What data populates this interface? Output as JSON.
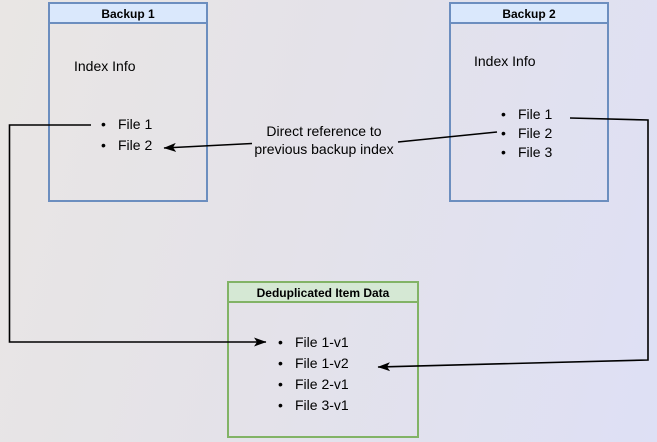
{
  "boxes": {
    "backup1": {
      "title": "Backup 1",
      "subtitle": "Index Info",
      "files": [
        "File 1",
        "File 2"
      ]
    },
    "backup2": {
      "title": "Backup 2",
      "subtitle": "Index Info",
      "files": [
        "File 1",
        "File 2",
        "File 3"
      ]
    },
    "dedup": {
      "title": "Deduplicated Item Data",
      "files": [
        "File 1-v1",
        "File 1-v2",
        "File 2-v1",
        "File 3-v1"
      ]
    }
  },
  "annotations": {
    "direct_reference_label": "Direct reference to\nprevious backup index"
  },
  "glyphs": {
    "bullet": "•"
  },
  "colors": {
    "blue_box_border": "#6c8ebf",
    "blue_box_header_fill": "#dae8fc",
    "green_box_border": "#82b366",
    "green_box_header_fill": "#d5e8d4",
    "arrow": "#000000",
    "background_left": "#e9e6e4",
    "background_right": "#dee0f5"
  }
}
